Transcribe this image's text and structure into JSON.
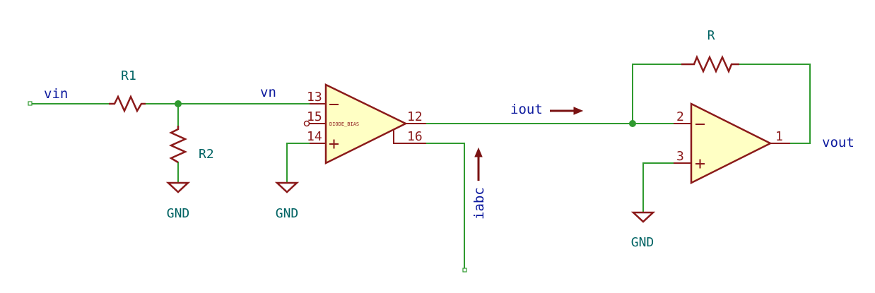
{
  "nets": {
    "vin": "vin",
    "vn": "vn",
    "iout": "iout",
    "iabc": "iabc",
    "vout": "vout"
  },
  "components": {
    "r1": "R1",
    "r2": "R2",
    "r_feedback": "R",
    "gnd_r2": "GND",
    "gnd_ota": "GND",
    "gnd_opamp": "GND"
  },
  "ota": {
    "pin_inverting": "13",
    "pin_diode_bias": "15",
    "pin_noninverting": "14",
    "pin_output": "12",
    "pin_iabc": "16",
    "diode_bias_label": "DIODE_BIAS"
  },
  "opamp": {
    "pin_inverting": "2",
    "pin_noninverting": "3",
    "pin_output": "1"
  },
  "colors": {
    "wire": "#2f9a2f",
    "component": "#8b1a1a",
    "net_label": "#0d1a9e",
    "reference": "#006363",
    "body_fill": "#ffffc4"
  }
}
